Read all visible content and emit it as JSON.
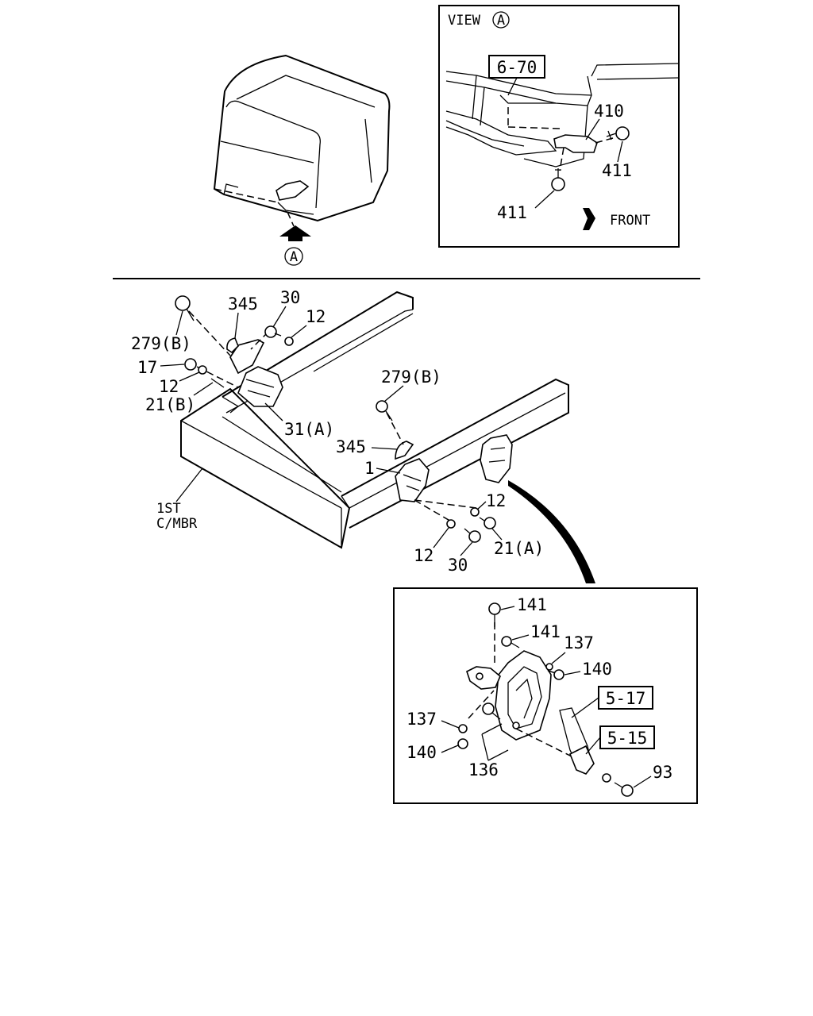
{
  "top_right_view": {
    "title": "VIEW",
    "view_marker": "A",
    "ref_box": "6-70",
    "labels": [
      "410",
      "411",
      "411"
    ],
    "direction_label": "FRONT"
  },
  "cab_view": {
    "arrow_marker": "A"
  },
  "main_view": {
    "labels": {
      "l279b_top": "279(B)",
      "l345_top": "345",
      "l30_top": "30",
      "l12_top": "12",
      "l17": "17",
      "l12_left": "12",
      "l21b": "21(B)",
      "l31a": "31(A)",
      "l279b_mid": "279(B)",
      "l345_mid": "345",
      "l1": "1",
      "l12_right": "12",
      "l21a": "21(A)",
      "l12_bottom": "12",
      "l30_bottom": "30",
      "member_line1": "1ST",
      "member_line2": "C/MBR"
    }
  },
  "detail_view": {
    "labels": {
      "l141_top": "141",
      "l141_mid": "141",
      "l137_right": "137",
      "l140_right": "140",
      "l137_left": "137",
      "l140_left": "140",
      "l136": "136",
      "l93": "93"
    },
    "ref_boxes": [
      "5-17",
      "5-15"
    ]
  }
}
